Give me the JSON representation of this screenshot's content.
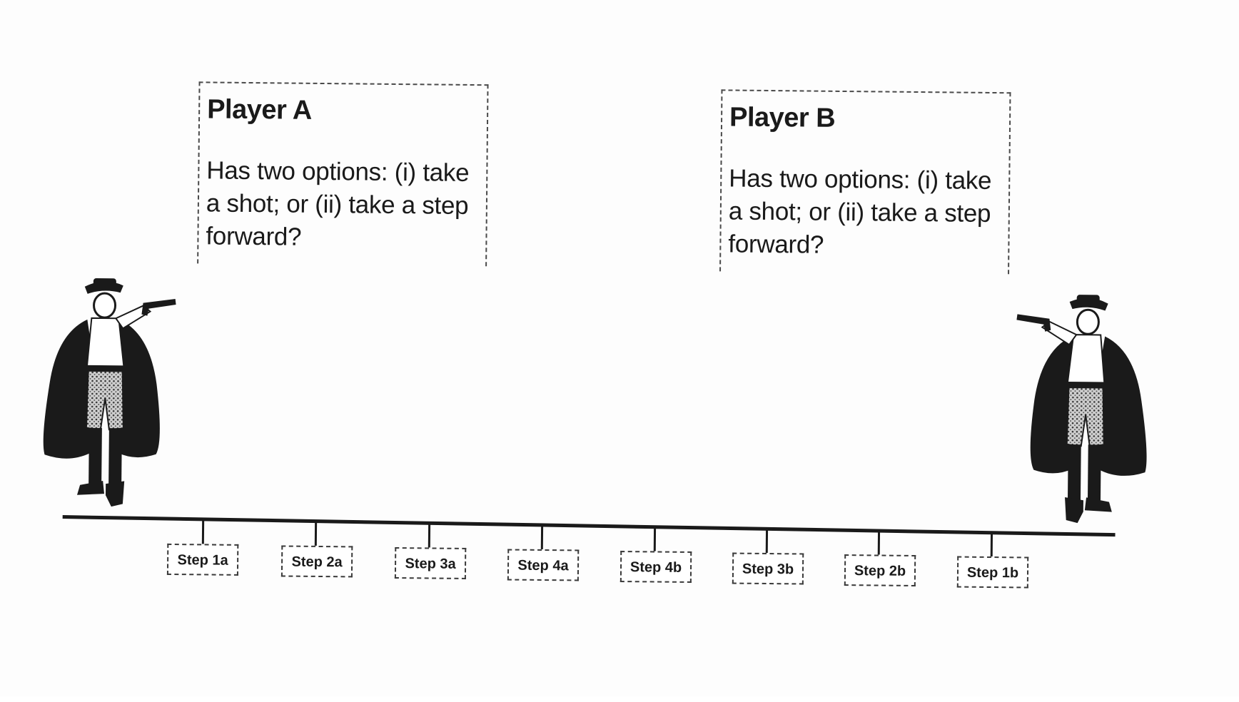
{
  "players": [
    {
      "title": "Player A",
      "text": "Has two options: (i) take a shot; or (ii) take a step forward?"
    },
    {
      "title": "Player B",
      "text": "Has two options: (i) take a shot; or (ii) take a step forward?"
    }
  ],
  "steps": [
    "Step 1a",
    "Step 2a",
    "Step 3a",
    "Step 4a",
    "Step 4b",
    "Step 3b",
    "Step 2b",
    "Step 1b"
  ],
  "icons": {
    "left": "duelist-with-pistol-icon",
    "right": "duelist-with-pistol-icon"
  },
  "colors": {
    "ink": "#1a1a1a",
    "background": "#fdfdfd"
  }
}
